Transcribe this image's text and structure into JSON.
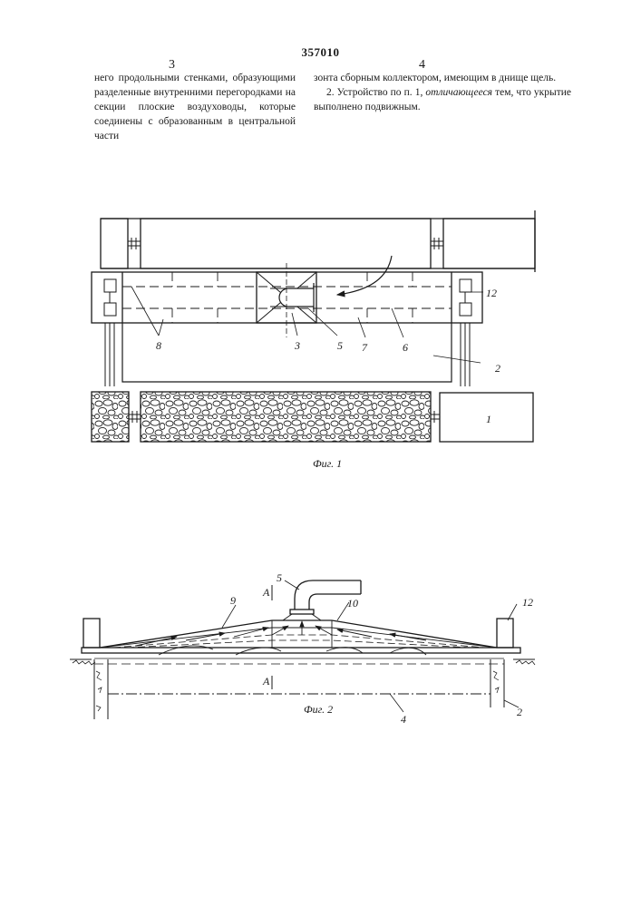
{
  "header": {
    "patent_number": "357010",
    "col_left_number": "3",
    "col_right_number": "4"
  },
  "text": {
    "left_paragraph": "него продольными стенками, образующими разделенные внутренними перегородками на секции плоские воздуховоды, которые соединены с образованным в центральной части",
    "right_para1": "зонта сборным коллектором, имеющим в днище щель.",
    "right_para2_a": "2. Устройство по п. 1, ",
    "right_para2_italic": "отличающееся",
    "right_para2_b": " тем, что укрытие выполнено подвижным."
  },
  "figure1": {
    "caption": "Фиг. 1",
    "labels": {
      "l1": "1",
      "l2": "2",
      "l3": "3",
      "l5": "5",
      "l6": "6",
      "l7": "7",
      "l8": "8",
      "l12": "12"
    }
  },
  "figure2": {
    "caption": "Фиг. 2",
    "labels": {
      "l2": "2",
      "l4": "4",
      "l5": "5",
      "l9": "9",
      "l10": "10",
      "l12": "12",
      "sectionA_top": "А",
      "sectionA_bottom": "А"
    }
  }
}
